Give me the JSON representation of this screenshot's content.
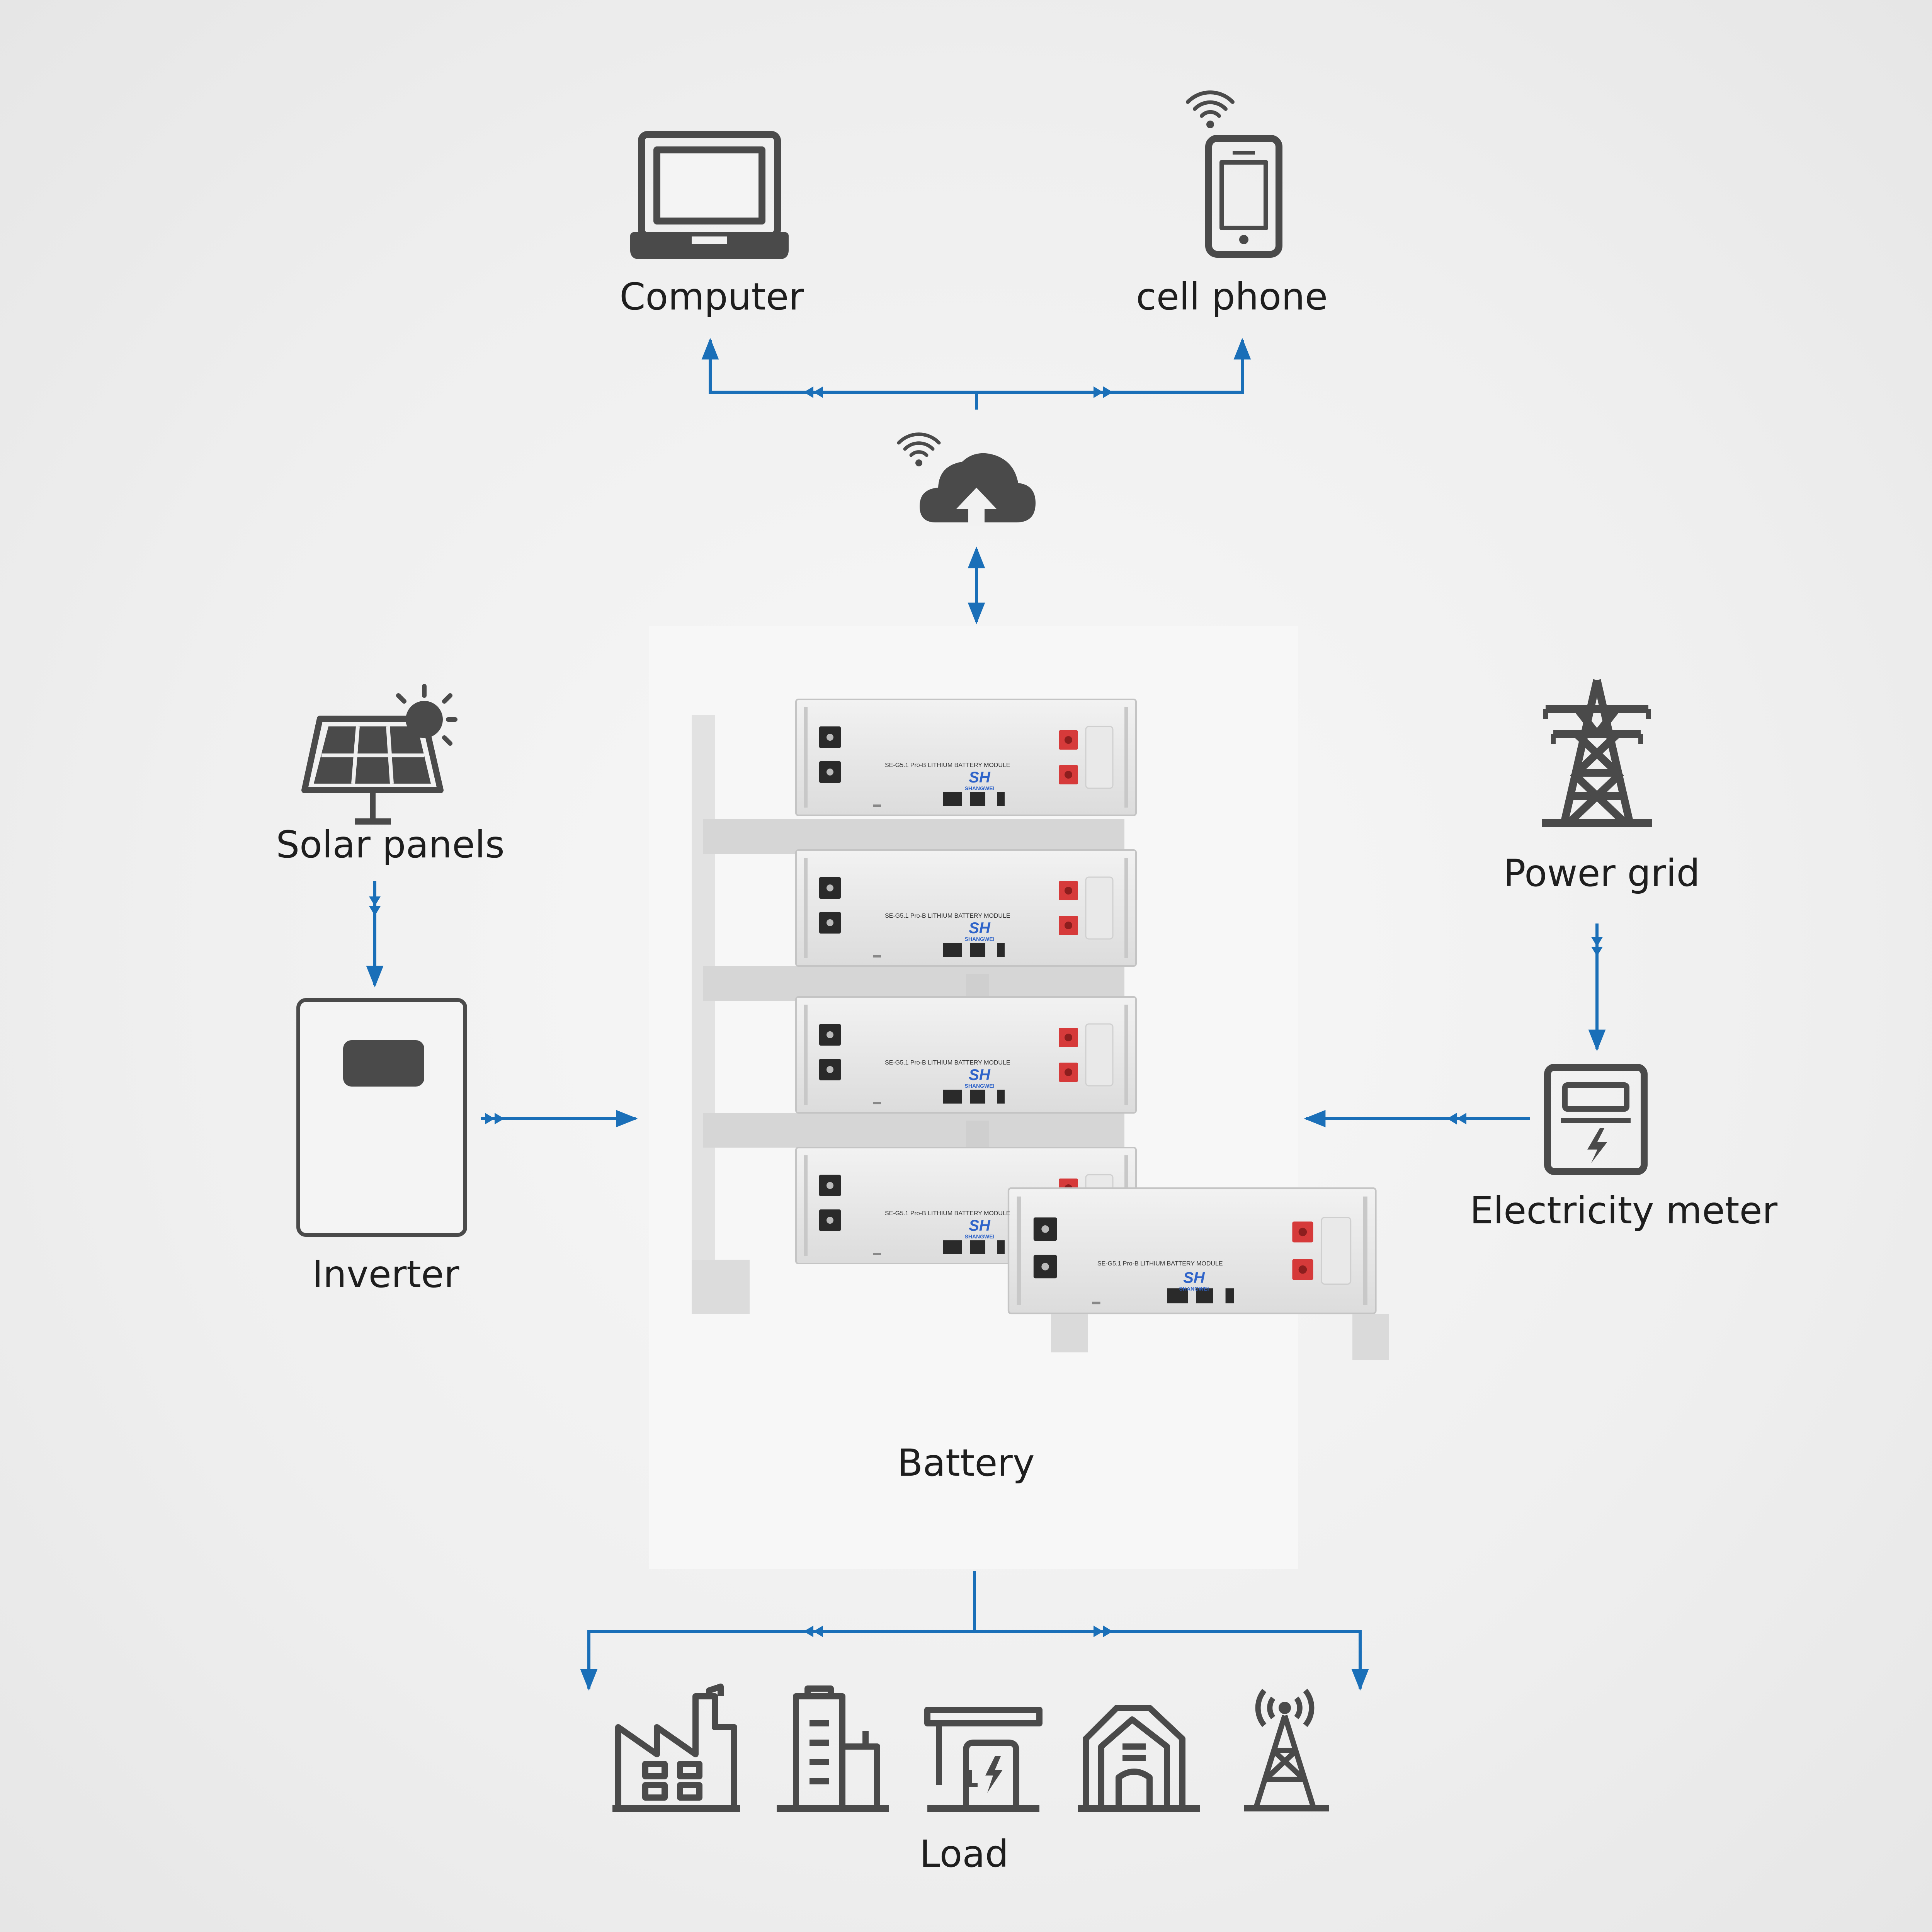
{
  "labels": {
    "computer": "Computer",
    "cell_phone": "cell phone",
    "solar_panels": "Solar panels",
    "inverter": "Inverter",
    "power_grid": "Power grid",
    "electricity_meter": "Electricity meter",
    "battery": "Battery",
    "load": "Load"
  },
  "battery_module": {
    "model_text": "SE-G5.1 Pro-B  LITHIUM BATTERY MODULE",
    "brand_text": "SHANGWEI",
    "logo_text": "SH"
  },
  "colors": {
    "flow_line": "#1a6fb8",
    "icon": "#4a4a4a",
    "terminal": "#d63a3a",
    "module_body": "#e4e4e4"
  }
}
